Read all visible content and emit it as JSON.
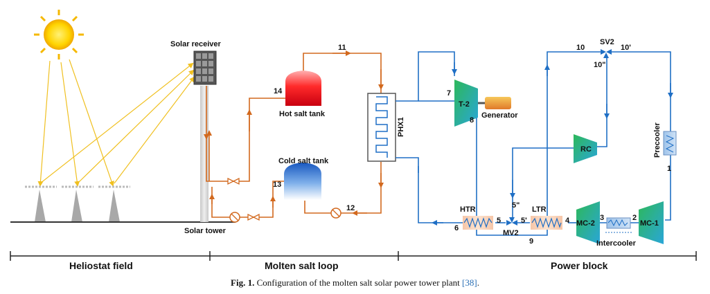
{
  "labels": {
    "solar_receiver": "Solar receiver",
    "solar_tower": "Solar tower",
    "hot_salt_tank": "Hot salt tank",
    "cold_salt_tank": "Cold salt tank",
    "phx1": "PHX1",
    "t2": "T-2",
    "generator": "Generator",
    "rc": "RC",
    "precooler": "Precooler",
    "htr": "HTR",
    "ltr": "LTR",
    "mv2": "MV2",
    "sv2": "SV2",
    "mc2": "MC-2",
    "mc1": "MC-1",
    "intercooler": "Intercooler"
  },
  "state_points": {
    "p1": "1",
    "p2": "2",
    "p3": "3",
    "p4": "4",
    "p5": "5",
    "p5pp": "5\"",
    "p5p": "5'",
    "p6": "6",
    "p7": "7",
    "p8": "8",
    "p9": "9",
    "p10": "10",
    "p10p": "10'",
    "p10pp": "10\"",
    "p11": "11",
    "p12": "12",
    "p13": "13",
    "p14": "14"
  },
  "sections": {
    "heliostat_field": "Heliostat field",
    "molten_salt_loop": "Molten salt loop",
    "power_block": "Power block"
  },
  "caption": {
    "prefix": "Fig. 1.",
    "text": "Configuration of the molten salt solar power tower plant",
    "ref": "[38]",
    "suffix": "."
  },
  "colors": {
    "salt_line": "#d2691e",
    "co2_line": "#1f6fc5",
    "sun_ray": "#f0c020",
    "hot_tank": "#e8101a",
    "cold_tank": "#1a6fd0",
    "turbomachine": "#2bb0a8",
    "generator": "#e8a23a"
  }
}
